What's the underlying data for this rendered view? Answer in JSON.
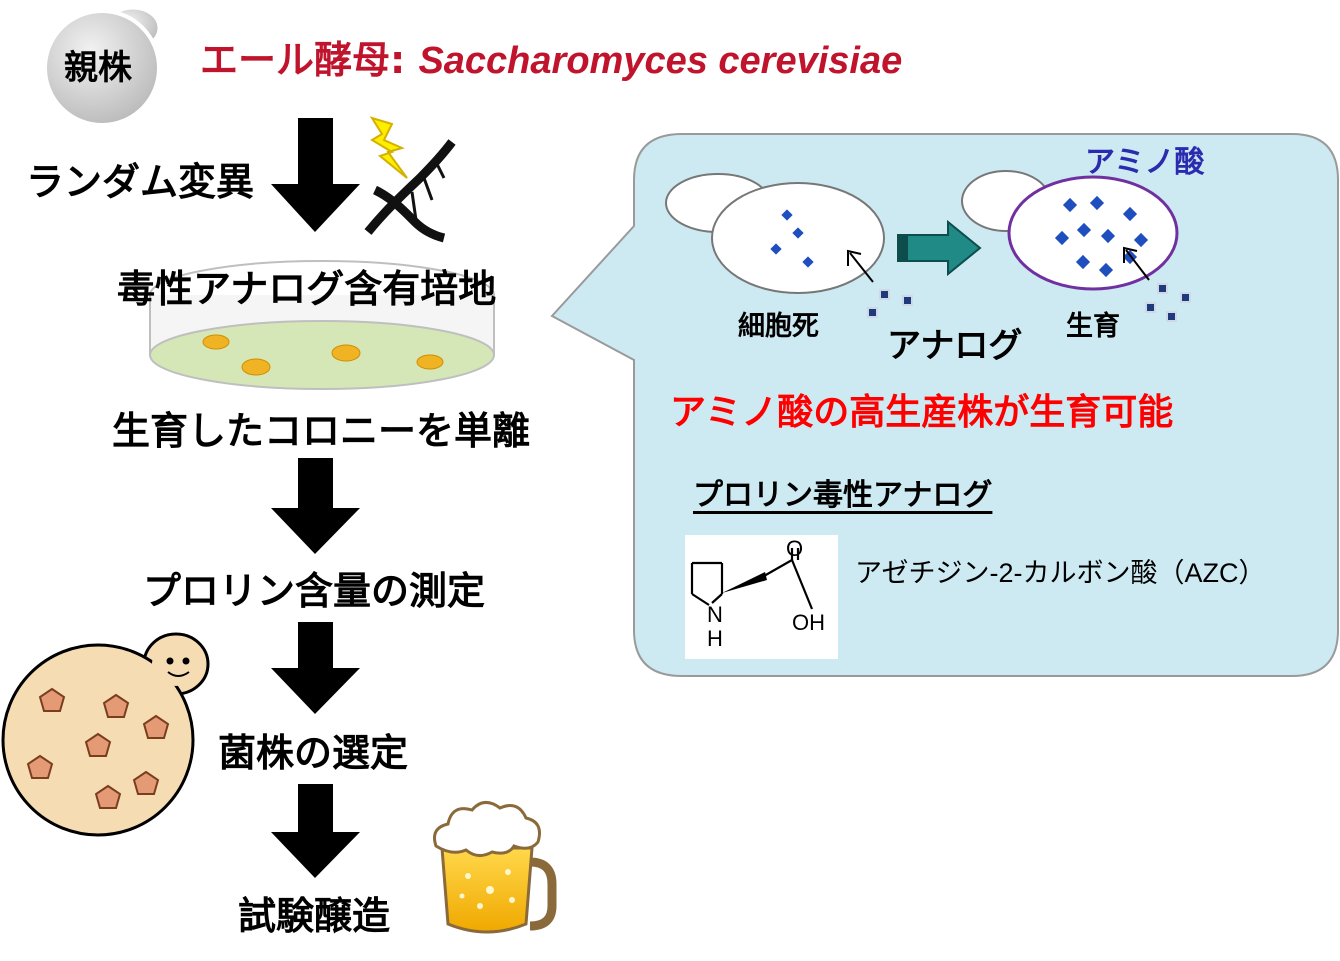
{
  "parent_strain": {
    "label": "親株",
    "prefix": "エール酵母: ",
    "species": "Saccharomyces cerevisiae"
  },
  "steps": [
    "ランダム変異",
    "毒性アナログ含有培地",
    "生育したコロニーを単離",
    "プロリン含量の測定",
    "菌株の選定",
    "試験醸造"
  ],
  "callout": {
    "amino_acid_label": "アミノ酸",
    "cell_death_label": "細胞死",
    "analog_label": "アナログ",
    "growth_label": "生育",
    "conclusion": "アミノ酸の高生産株が生育可能",
    "analog_heading": "プロリン毒性アナログ",
    "compound_name": "アゼチジン-2-カルボン酸（AZC）",
    "structure_labels": {
      "o": "O",
      "oh": "OH",
      "n": "N",
      "h": "H"
    }
  },
  "colors": {
    "title_red": "#c0142d",
    "conclusion_red": "#ff0000",
    "callout_bg": "#cdeaf3",
    "amino_acid_blue": "#2b2bb0",
    "mutant_cell_outline": "#7030a0",
    "diamond_blue": "#1f4fbf",
    "teal_arrow": "#1f8a86",
    "plate_medium": "#d5e7b6",
    "colony": "#f0b323"
  },
  "icons": [
    "lightning-icon",
    "dna-icon",
    "petri-dish-icon",
    "yeast-cell-icon",
    "beer-mug-icon",
    "azc-structure-icon"
  ]
}
